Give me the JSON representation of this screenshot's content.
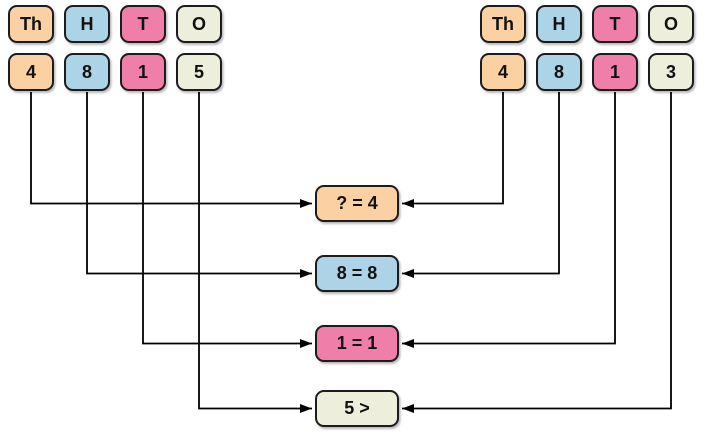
{
  "diagram": {
    "description": "Comparing two 4-digit numbers by place value"
  },
  "colors": {
    "thousands": "#FBD0A2",
    "hundreds": "#ADD3E6",
    "tens": "#EF7FA8",
    "ones": "#EDEFDC",
    "line": "#000000",
    "border": "#1c1c1c"
  },
  "left_number": {
    "headers": [
      {
        "label": "Th",
        "color": "#FBD0A2"
      },
      {
        "label": "H",
        "color": "#ADD3E6"
      },
      {
        "label": "T",
        "color": "#EF7FA8"
      },
      {
        "label": "O",
        "color": "#EDEFDC"
      }
    ],
    "digits": [
      {
        "value": "4",
        "color": "#FBD0A2"
      },
      {
        "value": "8",
        "color": "#ADD3E6"
      },
      {
        "value": "1",
        "color": "#EF7FA8"
      },
      {
        "value": "5",
        "color": "#EDEFDC"
      }
    ]
  },
  "right_number": {
    "headers": [
      {
        "label": "Th",
        "color": "#FBD0A2"
      },
      {
        "label": "H",
        "color": "#ADD3E6"
      },
      {
        "label": "T",
        "color": "#EF7FA8"
      },
      {
        "label": "O",
        "color": "#EDEFDC"
      }
    ],
    "digits": [
      {
        "value": "4",
        "color": "#FBD0A2"
      },
      {
        "value": "8",
        "color": "#ADD3E6"
      },
      {
        "value": "1",
        "color": "#EF7FA8"
      },
      {
        "value": "3",
        "color": "#EDEFDC"
      }
    ]
  },
  "comparisons": [
    {
      "label": "? = 4",
      "color": "#FBD0A2"
    },
    {
      "label": "8 = 8",
      "color": "#ADD3E6"
    },
    {
      "label": "1 = 1",
      "color": "#EF7FA8"
    },
    {
      "label": "5 >",
      "color": "#EDEFDC"
    }
  ]
}
